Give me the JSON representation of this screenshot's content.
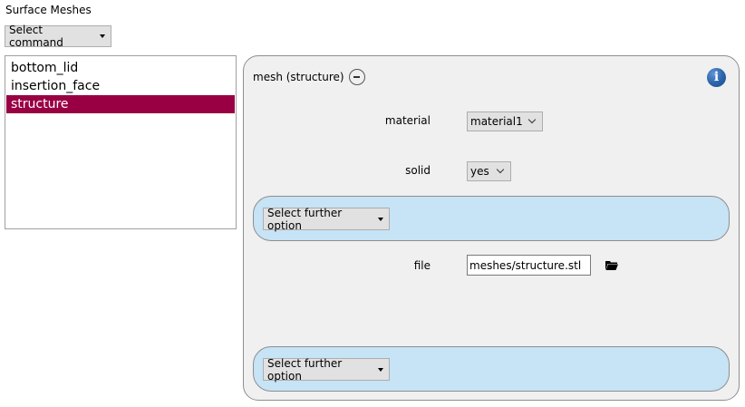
{
  "page": {
    "title": "Surface Meshes",
    "command_button": "Select command"
  },
  "list": {
    "items": [
      {
        "label": "bottom_lid",
        "selected": false
      },
      {
        "label": "insertion_face",
        "selected": false
      },
      {
        "label": "structure",
        "selected": true
      }
    ]
  },
  "panel": {
    "title": "mesh (structure)",
    "info_icon": "info-icon",
    "collapse_icon": "collapse-minus-icon",
    "fields": {
      "material": {
        "label": "material",
        "value": "material1"
      },
      "solid": {
        "label": "solid",
        "value": "yes"
      },
      "file": {
        "label": "file",
        "value": "meshes/structure.stl",
        "icon": "folder-icon"
      }
    },
    "further_option_1": "Select further option",
    "further_option_2": "Select further option"
  },
  "colors": {
    "selection": "#990044",
    "option_bar": "#c7e3f6",
    "panel_bg": "#f0f0f0"
  }
}
